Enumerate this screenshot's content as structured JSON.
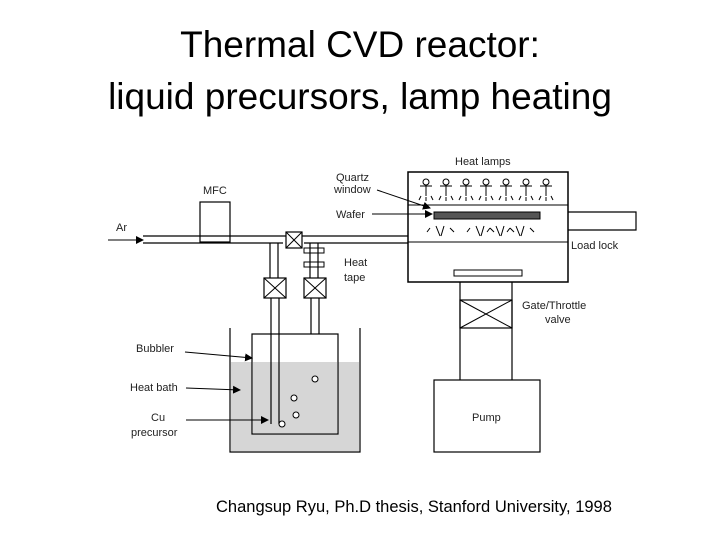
{
  "title": {
    "line1": "Thermal CVD reactor:",
    "line2": "liquid precursors, lamp heating"
  },
  "labels": {
    "heat_lamps": "Heat lamps",
    "quartz_window_1": "Quartz",
    "quartz_window_2": "window",
    "mfc": "MFC",
    "wafer": "Wafer",
    "ar": "Ar",
    "load_lock": "Load lock",
    "heat_tape_1": "Heat",
    "heat_tape_2": "tape",
    "gate_valve_1": "Gate/Throttle",
    "gate_valve_2": "valve",
    "bubbler": "Bubbler",
    "heat_bath": "Heat bath",
    "cu_precursor_1": "Cu",
    "cu_precursor_2": "precursor",
    "pump": "Pump"
  },
  "credit": "Changsup Ryu, Ph.D thesis, Stanford University, 1998",
  "colors": {
    "liquid": "#d6d6d6",
    "wafer": "#555555",
    "line": "#000000"
  }
}
